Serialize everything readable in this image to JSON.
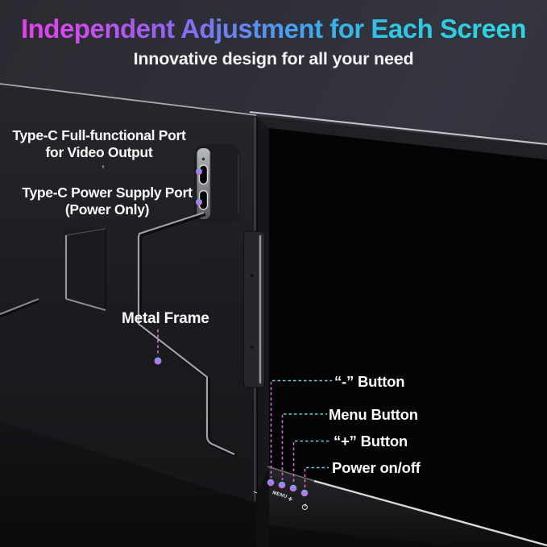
{
  "header": {
    "title": "Independent Adjustment for Each Screen",
    "subtitle": "Innovative design for all your need"
  },
  "callouts": {
    "video_port": {
      "line1": "Type-C Full-functional Port",
      "line2": "for Video Output"
    },
    "power_port": {
      "line1": "Type-C Power Supply Port",
      "line2": "(Power Only)"
    },
    "metal_frame": {
      "label": "Metal Frame"
    },
    "minus_button": {
      "label": "“-” Button"
    },
    "menu_button": {
      "label": "Menu Button"
    },
    "plus_button": {
      "label": "“+” Button"
    },
    "power_switch": {
      "label": "Power on/off"
    }
  },
  "bezel_controls": {
    "minus": "–",
    "menu": "MENU",
    "plus": "+",
    "power_icon": "power-icon"
  },
  "colors": {
    "background": "#2e2e36",
    "title_gradient": [
      "#ee3be9",
      "#9b5ff1",
      "#3fa6f0",
      "#2ed8de"
    ],
    "subtitle_text": "#f2f3f5",
    "label_text": "#fafafa",
    "connector_cyan": "#5ed2de",
    "connector_magenta": "#d668dc",
    "dot_blue": "#66aef2",
    "dot_pink": "#d965da",
    "metal_strip": "#9ea1a6",
    "screen_black": "#050506"
  }
}
